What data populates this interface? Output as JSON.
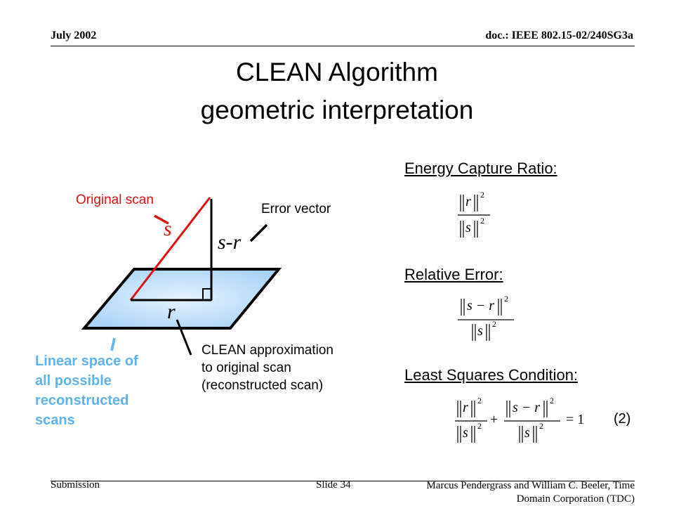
{
  "header": {
    "date": "July 2002",
    "doc": "doc.: IEEE 802.15-02/240SG3a"
  },
  "title": {
    "line1": "CLEAN Algorithm",
    "line2": "geometric interpretation"
  },
  "diagram": {
    "original_scan_label": "Original scan",
    "error_vector_label": "Error vector",
    "s_label": "s",
    "s_minus_r_label": "s-r",
    "r_label": "r",
    "clean_approx_label": [
      "CLEAN approximation",
      "to original scan",
      "(reconstructed scan)"
    ],
    "linear_space_label": [
      "Linear space of",
      "all possible",
      "reconstructed",
      "scans"
    ],
    "colors": {
      "plane_fill": "#c5e2fb",
      "original_scan": "#e01010",
      "linear_space_text": "#5eb2f0"
    }
  },
  "formulas": {
    "energy_capture_ratio": "Energy Capture Ratio:",
    "relative_error": "Relative Error:",
    "least_squares": "Least Squares Condition:",
    "eq_number": "(2)",
    "r": "r",
    "s": "s",
    "s_minus_r": "s − r",
    "sq": "2",
    "plus": "+",
    "equals": "= 1"
  },
  "footer": {
    "submission": "Submission",
    "slide": "Slide 34",
    "authors_line1": "Marcus Pendergrass and William  C. Beeler, Time",
    "authors_line2": "Domain Corporation (TDC)"
  }
}
